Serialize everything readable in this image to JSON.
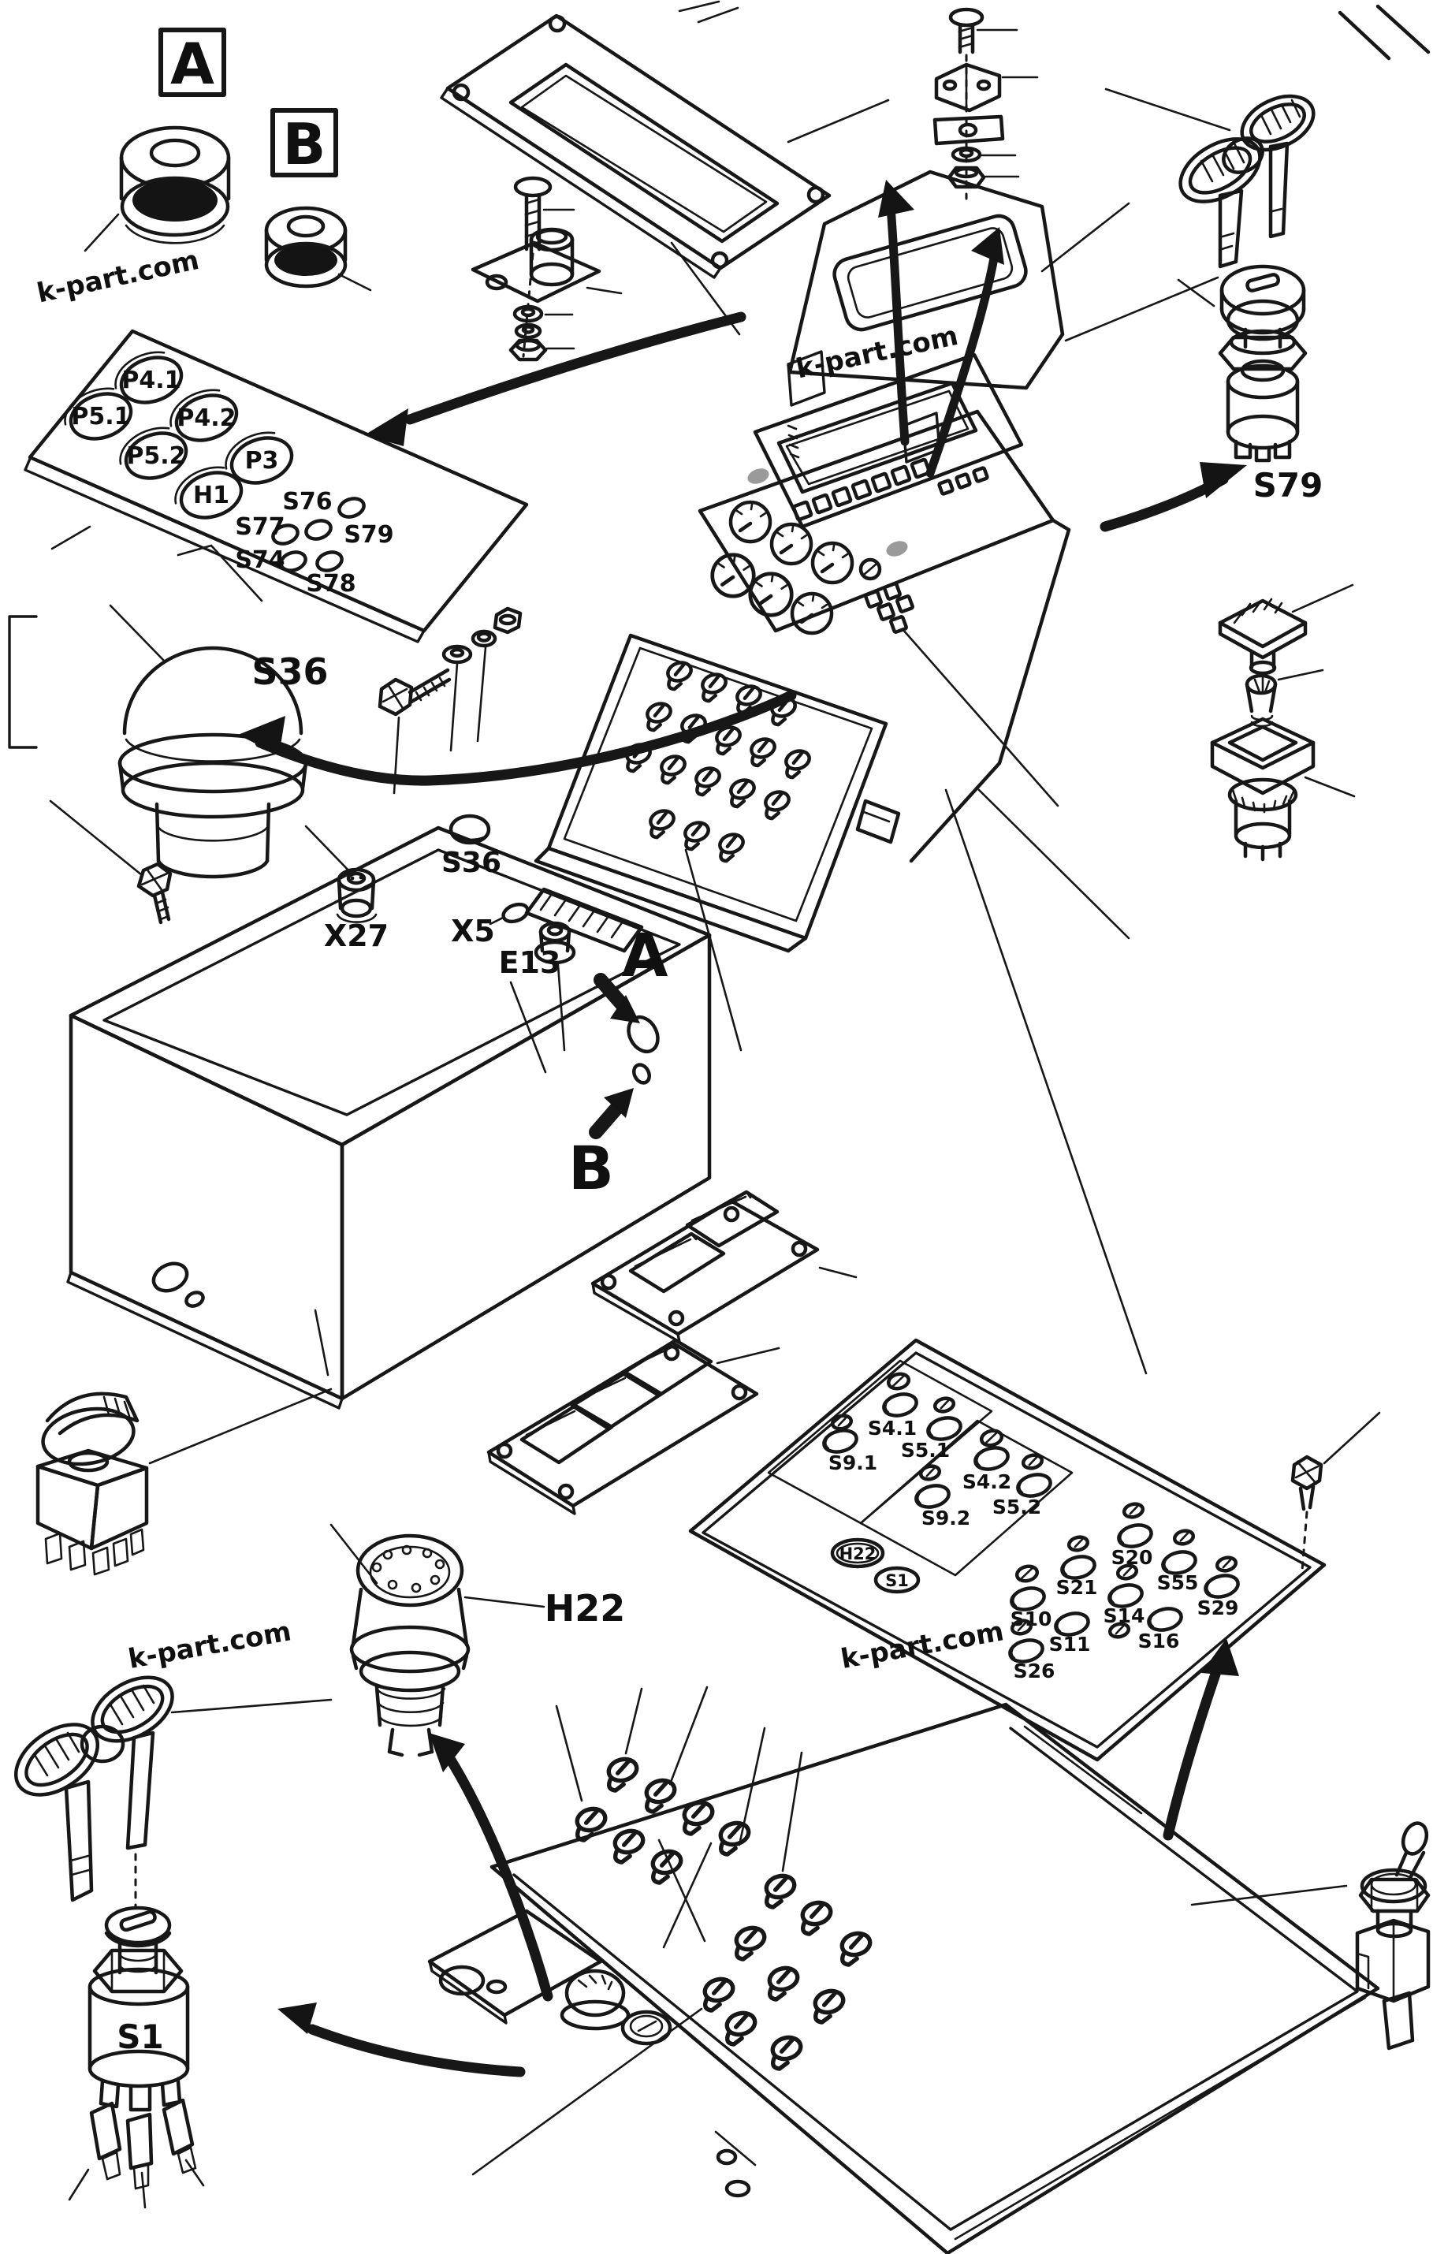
{
  "watermark": "k-part.com",
  "callouts": {
    "box_a": "A",
    "box_b": "B",
    "hole_a": "A",
    "hole_b": "B"
  },
  "instrument_panel": {
    "p41": "P4.1",
    "p51": "P5.1",
    "p42": "P4.2",
    "p52": "P5.2",
    "p3": "P3",
    "h1": "H1",
    "s77": "S77",
    "s76": "S76",
    "s79": "S79",
    "s74": "S74",
    "s78": "S78"
  },
  "parts": {
    "s36": "S36",
    "s36_grommet": "S36",
    "x27": "X27",
    "x5": "X5",
    "e13": "E13",
    "s79": "S79",
    "h22": "H22",
    "s1": "S1"
  },
  "switch_panel": {
    "s41": "S4.1",
    "s51": "S5.1",
    "s91": "S9.1",
    "s42": "S4.2",
    "s52": "S5.2",
    "s92": "S9.2",
    "h22": "H22",
    "s1": "S1",
    "s20": "S20",
    "s55": "S55",
    "s29": "S29",
    "s21": "S21",
    "s14": "S14",
    "s10": "S10",
    "s16": "S16",
    "s11": "S11",
    "s26": "S26"
  }
}
